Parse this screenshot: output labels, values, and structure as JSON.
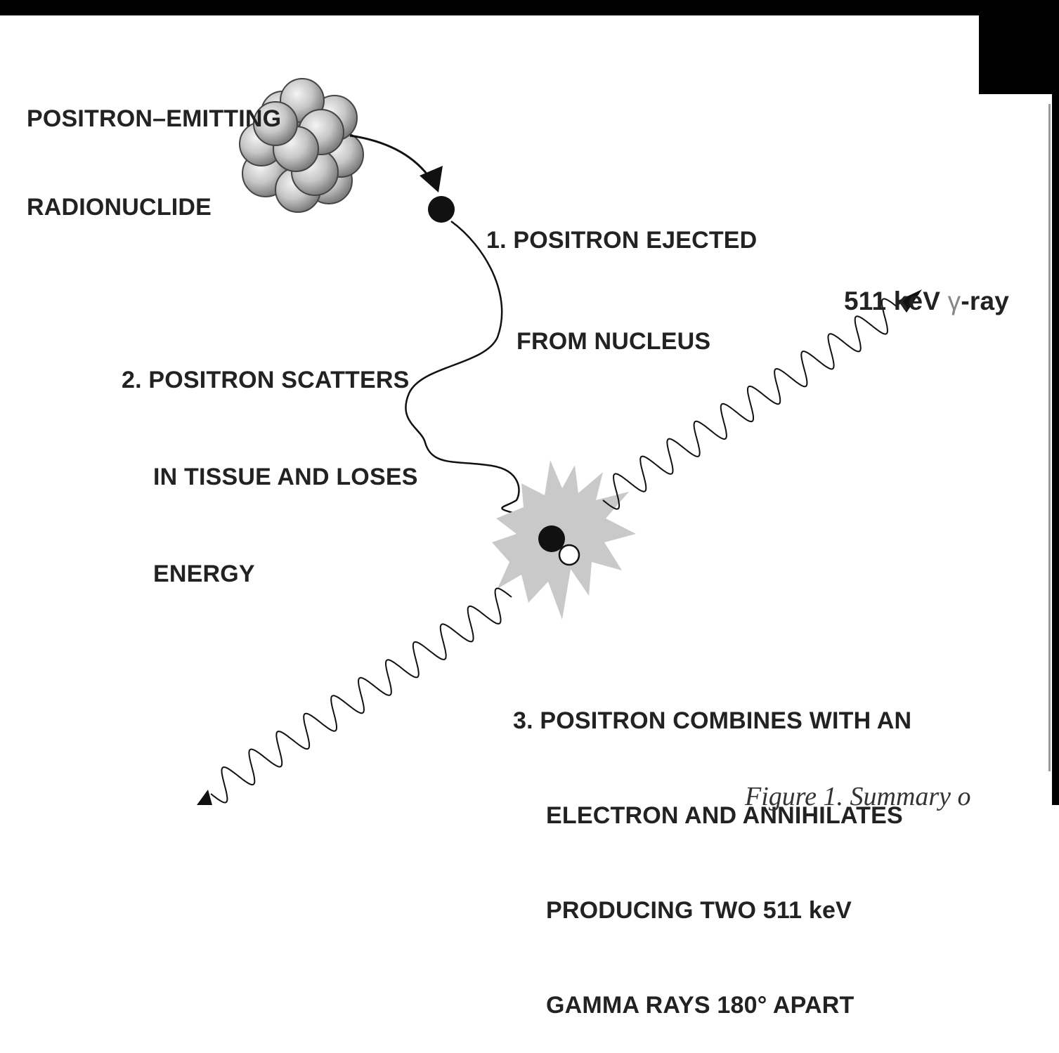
{
  "labels": {
    "source_line1": "POSITRON–EMITTING",
    "source_line2": "RADIONUCLIDE",
    "step1_line1": "1. POSITRON EJECTED",
    "step1_line2": "FROM NUCLEUS",
    "step2_line1": "2. POSITRON SCATTERS",
    "step2_line2": "IN TISSUE AND LOSES",
    "step2_line3": "ENERGY",
    "gamma_prefix": "511 keV ",
    "gamma_symbol": "γ",
    "gamma_suffix": "-ray",
    "step3_line1": "3. POSITRON COMBINES WITH AN",
    "step3_line2": "ELECTRON AND ANNIHILATES",
    "step3_line3": "PRODUCING TWO 511 keV",
    "step3_line4": "GAMMA RAYS 180° APART"
  },
  "caption": "Figure 1.    Summary o",
  "colors": {
    "text": "#222222",
    "burst": "#c9c9c9",
    "ball_light": "#eeeeee",
    "ball_dark": "#8a8a8a",
    "frame": "#000000"
  },
  "icons": [
    "nucleus-icon",
    "positron-icon",
    "electron-icon",
    "annihilation-burst-icon",
    "arrow-icon"
  ]
}
